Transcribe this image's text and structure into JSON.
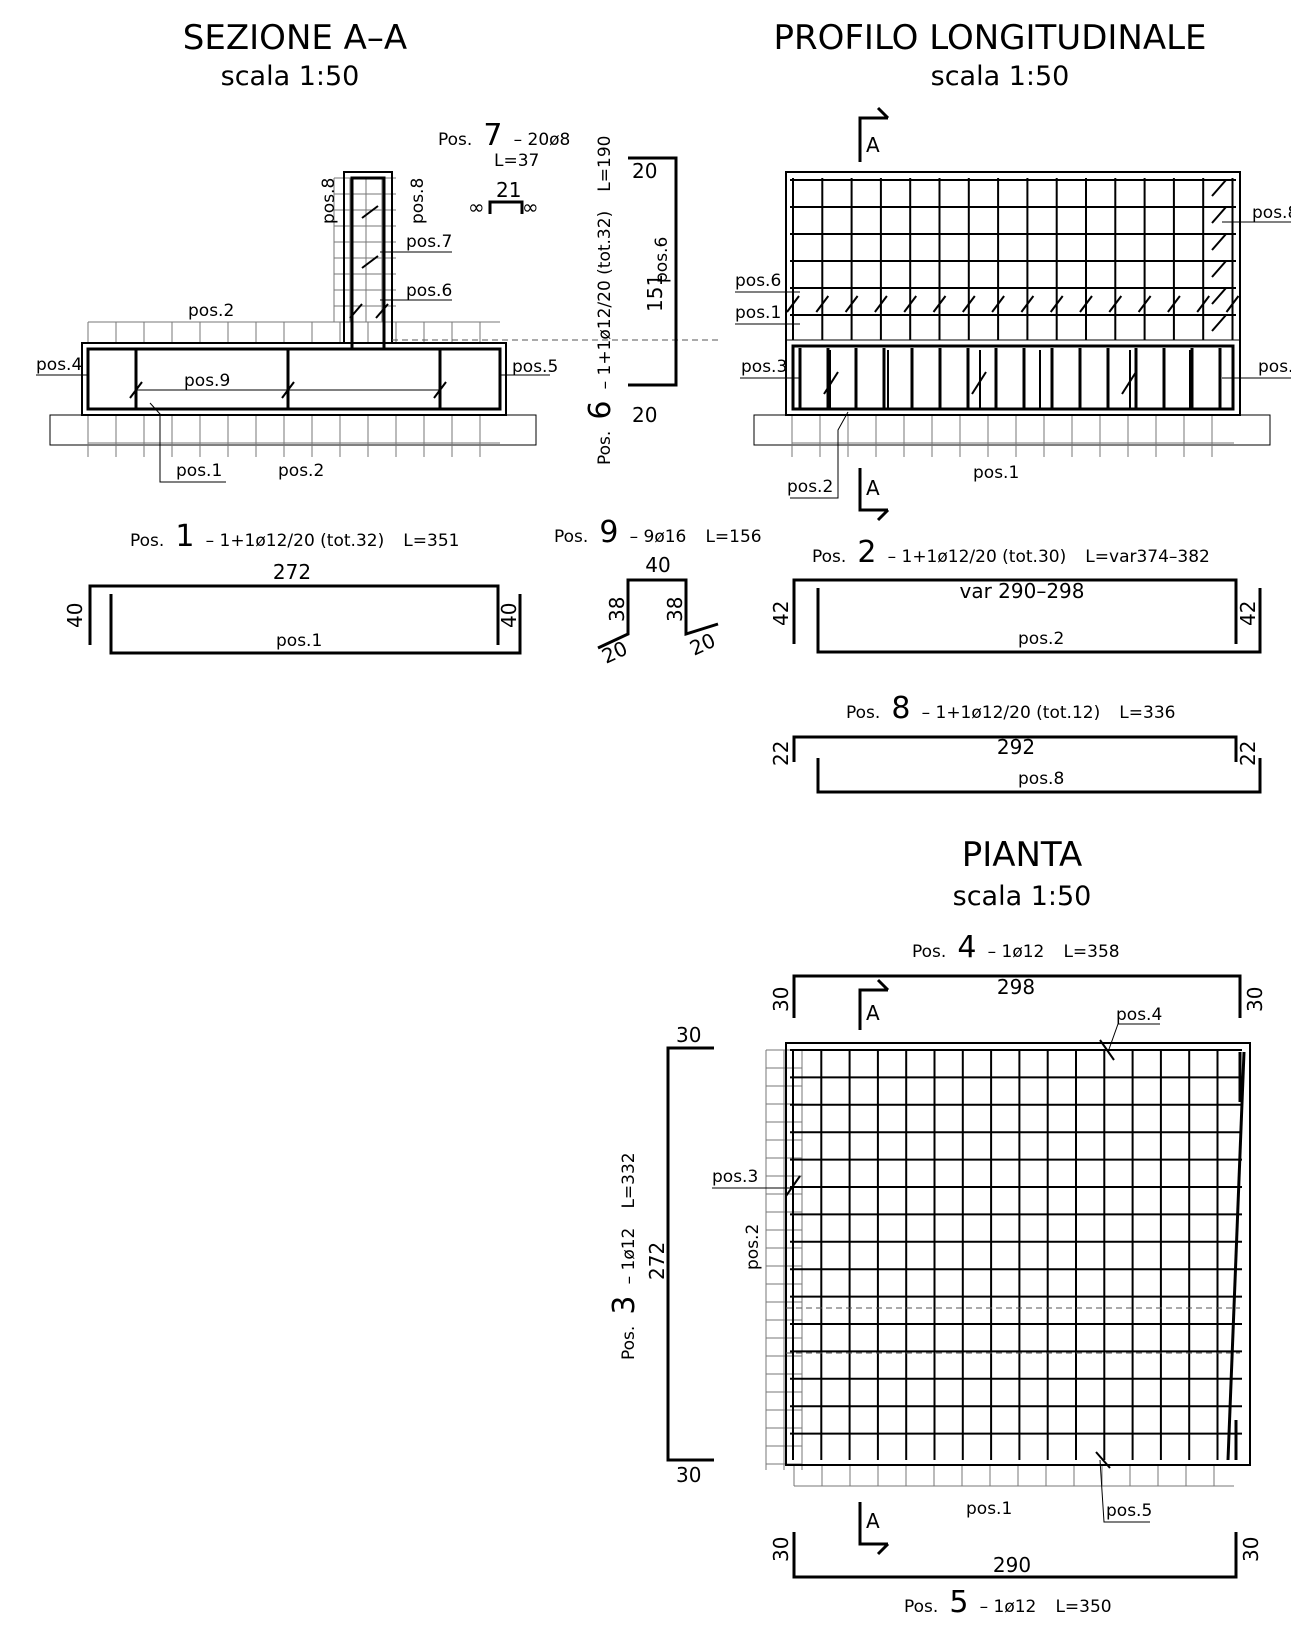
{
  "sections": {
    "section_aa": {
      "title": "SEZIONE A–A",
      "scale": "scala 1:50"
    },
    "profile": {
      "title": "PROFILO LONGITUDINALE",
      "scale": "scala 1:50"
    },
    "plan": {
      "title": "PIANTA",
      "scale": "scala 1:50"
    }
  },
  "callouts": {
    "pos1": "pos.1",
    "pos2": "pos.2",
    "pos3": "pos.3",
    "pos4": "pos.4",
    "pos5": "pos.5",
    "pos6": "pos.6",
    "pos7": "pos.7",
    "pos8": "pos.8",
    "pos9": "pos.9",
    "section_mark": "A"
  },
  "schedules": {
    "pos1": {
      "prefix": "Pos.",
      "num": "1",
      "desc": "– 1+1ø12/20 (tot.32)",
      "length": "L=351",
      "dims": [
        "272",
        "40",
        "40"
      ],
      "bar_label": "pos.1"
    },
    "pos2": {
      "prefix": "Pos.",
      "num": "2",
      "desc": "– 1+1ø12/20 (tot.30)",
      "length": "L=var374–382",
      "dims": [
        "var 290–298",
        "42",
        "42"
      ],
      "bar_label": "pos.2"
    },
    "pos3": {
      "prefix": "Pos.",
      "num": "3",
      "desc": "– 1ø12",
      "length": "L=332",
      "dims": [
        "272",
        "30",
        "30"
      ]
    },
    "pos4": {
      "prefix": "Pos.",
      "num": "4",
      "desc": "– 1ø12",
      "length": "L=358",
      "dims": [
        "298",
        "30",
        "30"
      ]
    },
    "pos5": {
      "prefix": "Pos.",
      "num": "5",
      "desc": "– 1ø12",
      "length": "L=350",
      "dims": [
        "290",
        "30",
        "30"
      ]
    },
    "pos6": {
      "prefix": "Pos.",
      "num": "6",
      "desc": "– 1+1ø12/20 (tot.32)",
      "length": "L=190",
      "dims": [
        "20",
        "151",
        "20"
      ],
      "bar_label": "pos.6"
    },
    "pos7": {
      "prefix": "Pos.",
      "num": "7",
      "desc": "– 20ø8",
      "length": "L=37",
      "dims": [
        "21",
        "∞",
        "∞"
      ]
    },
    "pos8": {
      "prefix": "Pos.",
      "num": "8",
      "desc": "– 1+1ø12/20 (tot.12)",
      "length": "L=336",
      "dims": [
        "292",
        "22",
        "22"
      ],
      "bar_label": "pos.8"
    },
    "pos9": {
      "prefix": "Pos.",
      "num": "9",
      "desc": "– 9ø16",
      "length": "L=156",
      "dims": [
        "40",
        "38",
        "38",
        "20",
        "20"
      ]
    }
  },
  "colors": {
    "line": "#000000",
    "grid": "#777777",
    "background": "#ffffff"
  }
}
